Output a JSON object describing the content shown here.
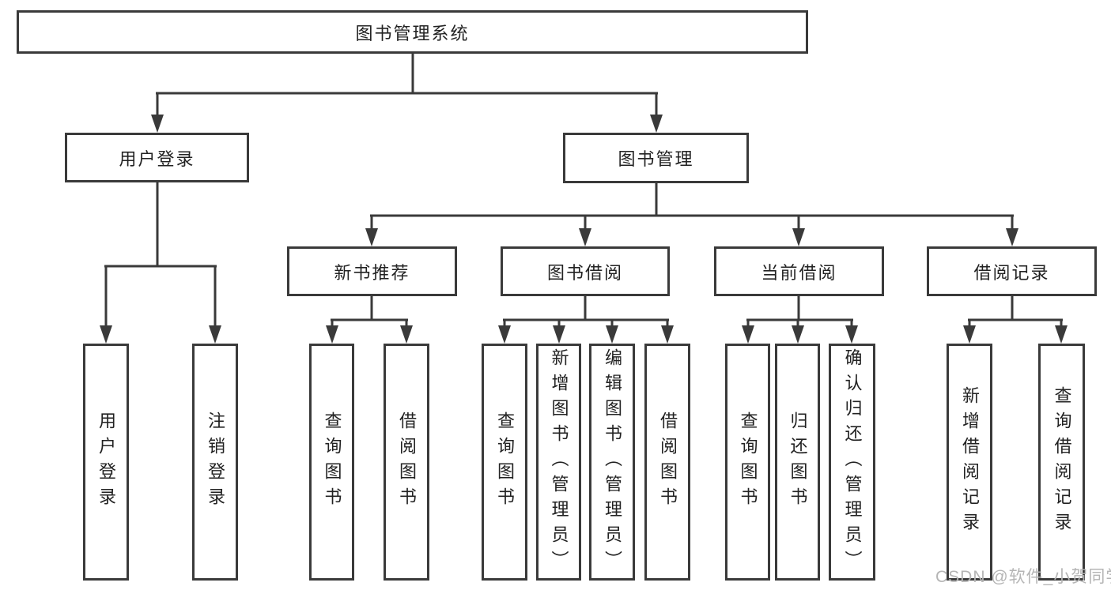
{
  "tree": {
    "root": "图书管理系统",
    "level2": [
      {
        "label": "用户登录"
      },
      {
        "label": "图书管理"
      }
    ],
    "level3": [
      {
        "label": "新书推荐"
      },
      {
        "label": "图书借阅"
      },
      {
        "label": "当前借阅"
      },
      {
        "label": "借阅记录"
      }
    ],
    "leaves": {
      "user_login": [
        "用户登录",
        "注销登录"
      ],
      "new_books": [
        "查询图书",
        "借阅图书"
      ],
      "book_borrow": [
        "查询图书",
        "新增图书（管理员）",
        "编辑图书（管理员）",
        "借阅图书"
      ],
      "current_borrow": [
        "查询图书",
        "归还图书",
        "确认归还（管理员）"
      ],
      "borrow_records": [
        "新增借阅记录",
        "查询借阅记录"
      ]
    }
  },
  "watermark": "CSDN @软件_小贺同学",
  "colors": {
    "line": "#3a3a3a",
    "text": "#222222",
    "watermark": "#b5b5b5",
    "background": "#ffffff"
  }
}
